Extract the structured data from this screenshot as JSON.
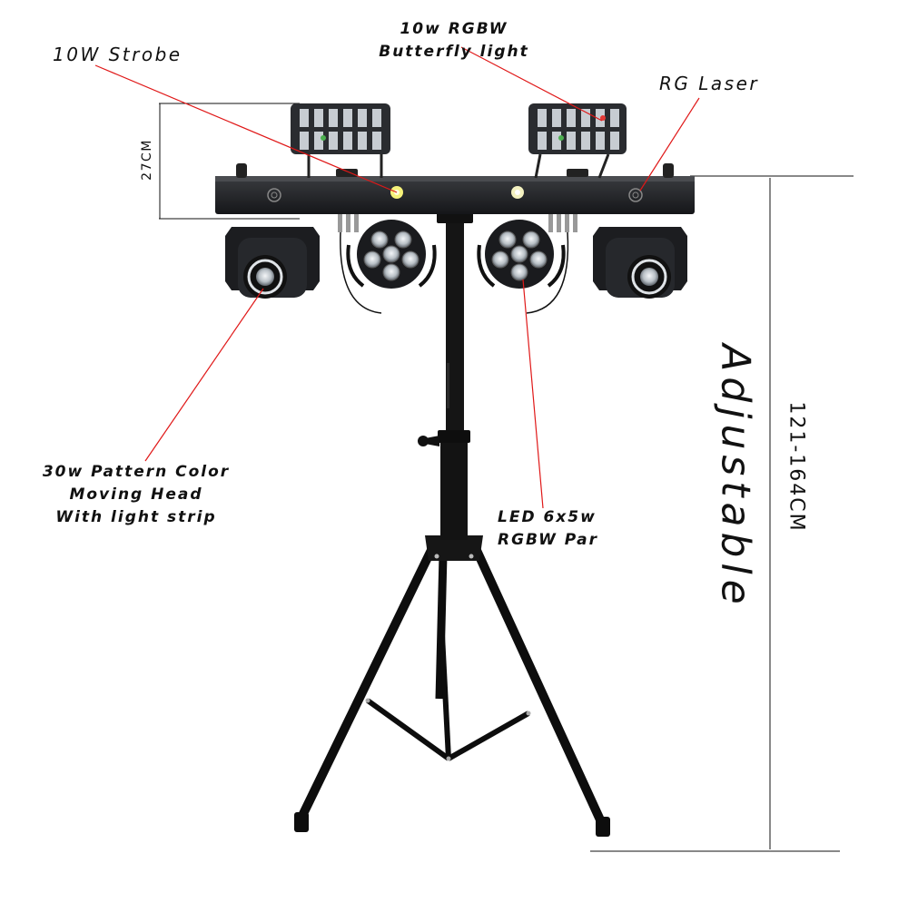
{
  "labels": {
    "strobe": "10W Strobe",
    "butterfly_line1": "10w RGBW",
    "butterfly_line2": "Butterfly light",
    "laser": "RG Laser",
    "moving_head_line1": "30w Pattern Color",
    "moving_head_line2": "Moving Head",
    "moving_head_line3": "With light strip",
    "par_line1": "LED 6x5w",
    "par_line2": "RGBW Par",
    "bar_height": "27CM",
    "stand_height": "121-164CM",
    "adjustable": "Adjustable"
  },
  "colors": {
    "leader_line": "#e01818",
    "dimension_line": "#111111",
    "fixture_body": "#1c1d20",
    "stand": "#0d0d0d"
  }
}
